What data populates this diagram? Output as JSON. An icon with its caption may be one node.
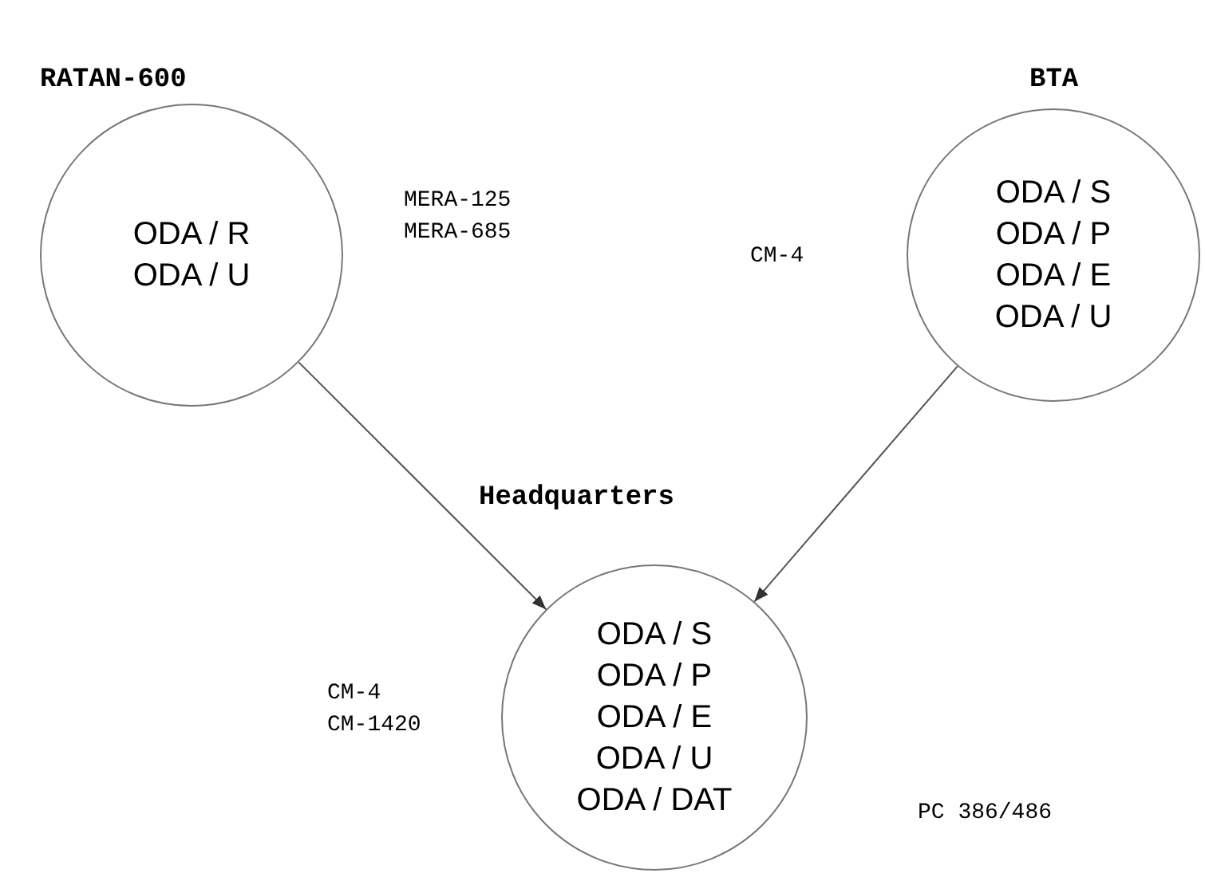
{
  "diagram": {
    "nodes": [
      {
        "text": [
          "RATAN-600",
          "ODA / R",
          "ODA / U"
        ]
      },
      {
        "text": [
          "BTA",
          "ODA / S",
          "ODA / P",
          "ODA / E",
          "ODA / U"
        ]
      },
      {
        "text": [
          "Headquarters",
          "ODA / S",
          "ODA / P",
          "ODA / E",
          "ODA / U",
          "ODA / DAT"
        ]
      }
    ],
    "edges": [
      {
        "from": 0,
        "to": 2,
        "arrow": "to"
      },
      {
        "from": 1,
        "to": 2,
        "arrow": "to"
      }
    ],
    "labels": [
      "MERA-125",
      "MERA-685",
      "CM-4",
      "CM-4",
      "CM-1420",
      "PC 386/486"
    ]
  }
}
